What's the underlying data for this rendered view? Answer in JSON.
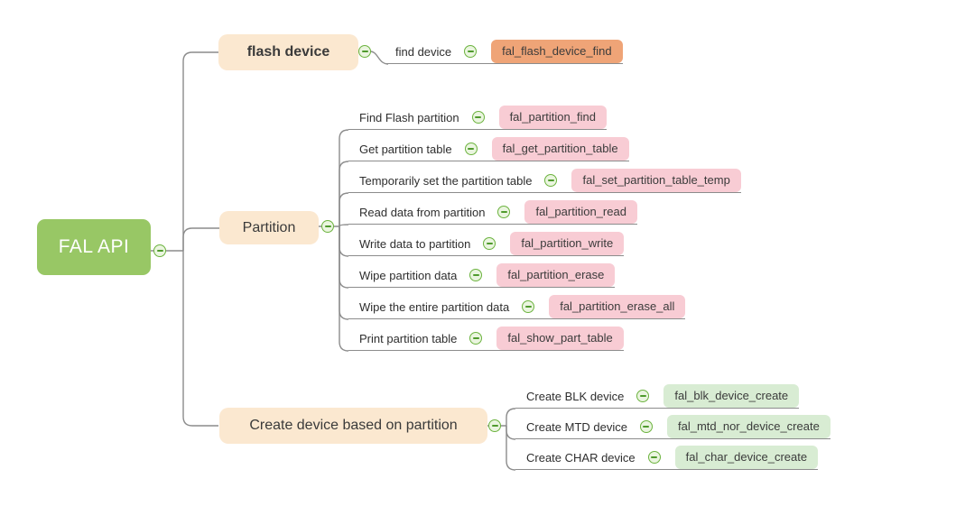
{
  "diagram": {
    "type": "mindmap",
    "root": {
      "label": "FAL API"
    },
    "branches": [
      {
        "label": "flash device",
        "children": [
          {
            "label": "find device",
            "api": "fal_flash_device_find"
          }
        ]
      },
      {
        "label": "Partition",
        "children": [
          {
            "label": "Find Flash partition",
            "api": "fal_partition_find"
          },
          {
            "label": "Get partition table",
            "api": "fal_get_partition_table"
          },
          {
            "label": "Temporarily set the partition table",
            "api": "fal_set_partition_table_temp"
          },
          {
            "label": "Read data from partition",
            "api": "fal_partition_read"
          },
          {
            "label": "Write data to partition",
            "api": "fal_partition_write"
          },
          {
            "label": "Wipe partition data",
            "api": "fal_partition_erase"
          },
          {
            "label": "Wipe the entire partition data",
            "api": "fal_partition_erase_all"
          },
          {
            "label": "Print partition table",
            "api": "fal_show_part_table"
          }
        ]
      },
      {
        "label": "Create device based on partition",
        "children": [
          {
            "label": "Create BLK device",
            "api": "fal_blk_device_create"
          },
          {
            "label": "Create MTD device",
            "api": "fal_mtd_nor_device_create"
          },
          {
            "label": "Create CHAR device",
            "api": "fal_char_device_create"
          }
        ]
      }
    ],
    "colors": {
      "root_bg": "#98c765",
      "root_text": "#ffffff",
      "branch_bg": "#fbe8d0",
      "flash_api_bg": "#efa477",
      "partition_api_bg": "#f8ccd4",
      "create_api_bg": "#d8ecd3",
      "connector_line": "#8c8c8c",
      "collapse_border": "#6cb33f",
      "collapse_minus": "#4f9a2d",
      "label_text": "#2e2e2e"
    }
  }
}
